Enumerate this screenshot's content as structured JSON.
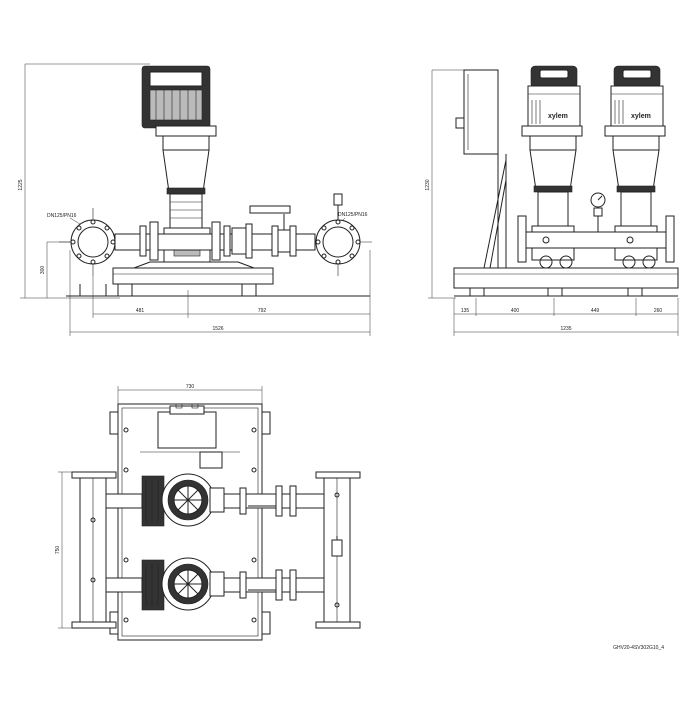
{
  "front_view": {
    "height_dim": "1225",
    "inlet_dim": "300",
    "dim_left": "481",
    "dim_right": "792",
    "dim_total": "1526",
    "label_left_port": "DN125/PN16",
    "label_right_port": "DN125/PN16"
  },
  "side_view": {
    "height_dim": "1230",
    "brand": "xylem",
    "dim_a": "135",
    "dim_b": "400",
    "dim_c": "449",
    "dim_d": "260",
    "dim_total": "1235"
  },
  "top_view": {
    "width_dim": "730",
    "depth_dim": "750"
  },
  "footer": {
    "code": "GHV20-4SV302G10_4"
  },
  "colors": {
    "line": "#222222",
    "motor_dark": "#333333",
    "background": "#ffffff"
  }
}
